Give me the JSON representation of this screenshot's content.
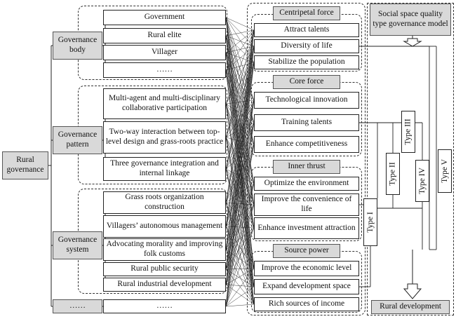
{
  "root": {
    "label": "Rural governance"
  },
  "categories": [
    {
      "label": "Governance body",
      "items": [
        "Government",
        "Rural elite",
        "Villager",
        "……"
      ]
    },
    {
      "label": "Governance pattern",
      "items": [
        "Multi-agent and multi-disciplinary collaborative participation",
        "Two-way interaction between top-level design and grass-roots practice",
        "Three governance integration and internal linkage"
      ]
    },
    {
      "label": "Governance system",
      "items": [
        "Grass roots organization construction",
        "Villagers’ autonomous management",
        "Advocating morality and improving folk customs",
        "Rural public security",
        "Rural industrial development"
      ]
    },
    {
      "label": "……",
      "items": [
        "……"
      ]
    }
  ],
  "forces": [
    {
      "label": "Centripetal force",
      "items": [
        "Attract talents",
        "Diversity of life",
        "Stabilize the population"
      ]
    },
    {
      "label": "Core force",
      "items": [
        "Technological innovation",
        "Training talents",
        "Enhance competitiveness"
      ]
    },
    {
      "label": "Inner thrust",
      "items": [
        "Optimize the environment",
        "Improve the convenience of life",
        "Enhance investment attraction"
      ]
    },
    {
      "label": "Source power",
      "items": [
        "Improve the economic level",
        "Expand development space",
        "Rich sources of income"
      ]
    }
  ],
  "model": {
    "title": "Social space quality type governance model",
    "types": [
      "Type I",
      "Type II",
      "Type III",
      "Type IV",
      "Type V"
    ],
    "outcome": "Rural development"
  }
}
